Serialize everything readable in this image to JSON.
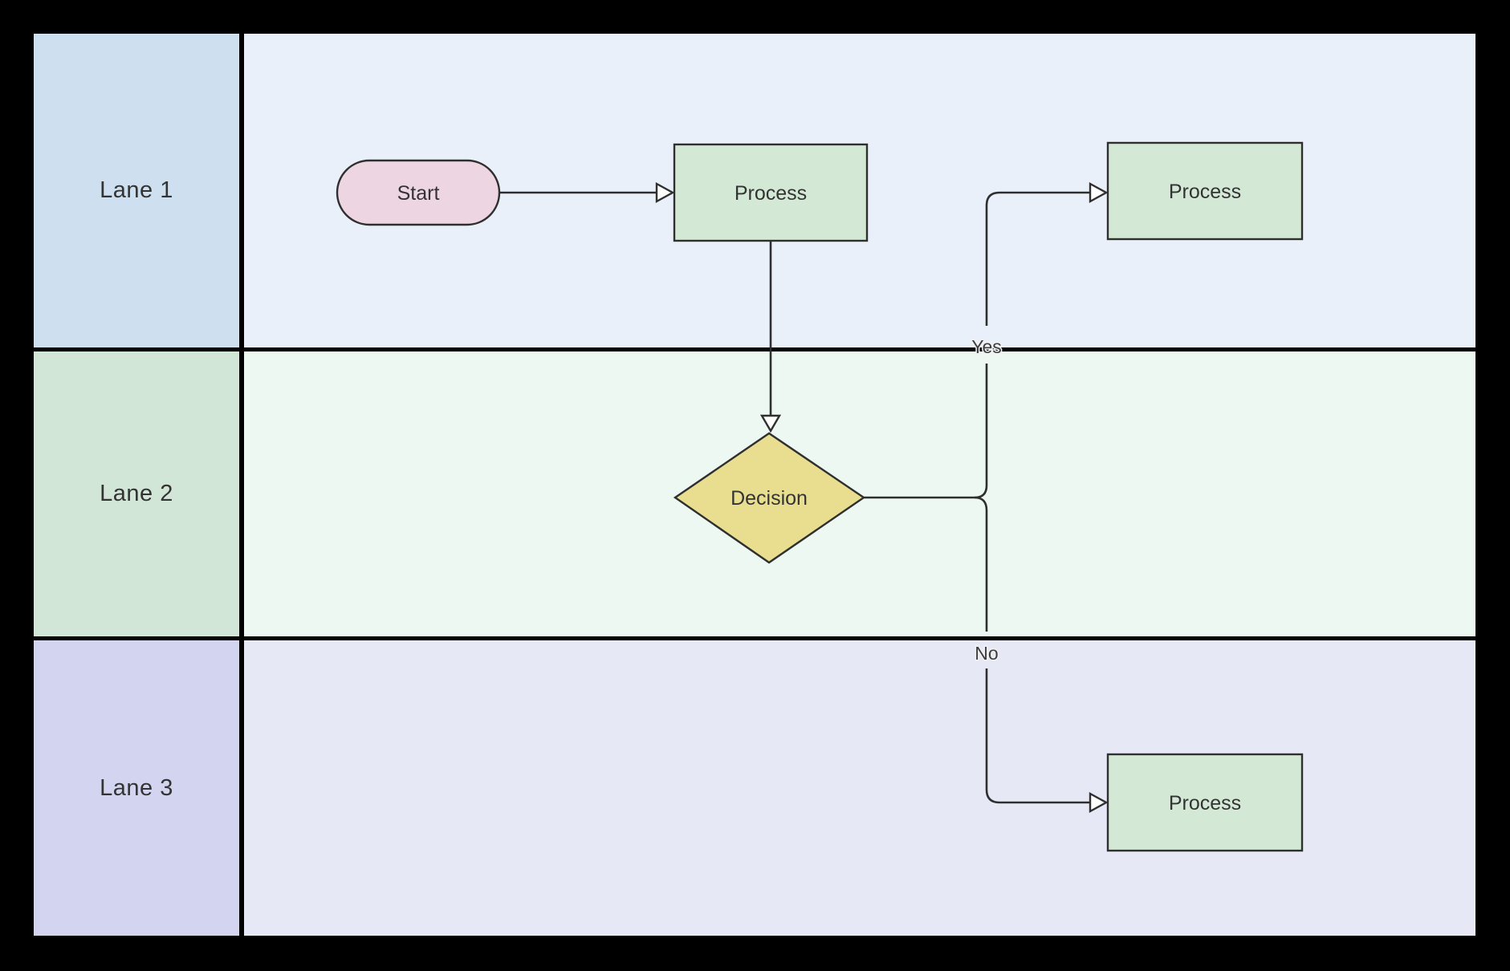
{
  "diagram": {
    "type": "swimlane-flowchart",
    "lanes": [
      {
        "label": "Lane 1",
        "label_bg": "#cee0ef",
        "body_bg": "#e9f0f9"
      },
      {
        "label": "Lane 2",
        "label_bg": "#d2e6d8",
        "body_bg": "#eef8f2"
      },
      {
        "label": "Lane 3",
        "label_bg": "#d3d5f0",
        "body_bg": "#e6e8f6"
      }
    ],
    "nodes": [
      {
        "id": "start",
        "label": "Start",
        "shape": "stadium",
        "lane": "Lane 1",
        "fill": "#eed5e2"
      },
      {
        "id": "process-1",
        "label": "Process",
        "shape": "rect",
        "lane": "Lane 1",
        "fill": "#d3e9d6"
      },
      {
        "id": "process-yes",
        "label": "Process",
        "shape": "rect",
        "lane": "Lane 1",
        "fill": "#d3e9d6"
      },
      {
        "id": "decision",
        "label": "Decision",
        "shape": "diamond",
        "lane": "Lane 2",
        "fill": "#e9de90"
      },
      {
        "id": "process-no",
        "label": "Process",
        "shape": "rect",
        "lane": "Lane 3",
        "fill": "#d3e9d6"
      }
    ],
    "edges": [
      {
        "from": "start",
        "to": "process-1",
        "label": ""
      },
      {
        "from": "process-1",
        "to": "decision",
        "label": ""
      },
      {
        "from": "decision",
        "to": "process-yes",
        "label": "Yes"
      },
      {
        "from": "decision",
        "to": "process-no",
        "label": "No"
      }
    ],
    "stroke_color": "#2f2f2f",
    "text_color": "#333333",
    "background": "#000000"
  }
}
